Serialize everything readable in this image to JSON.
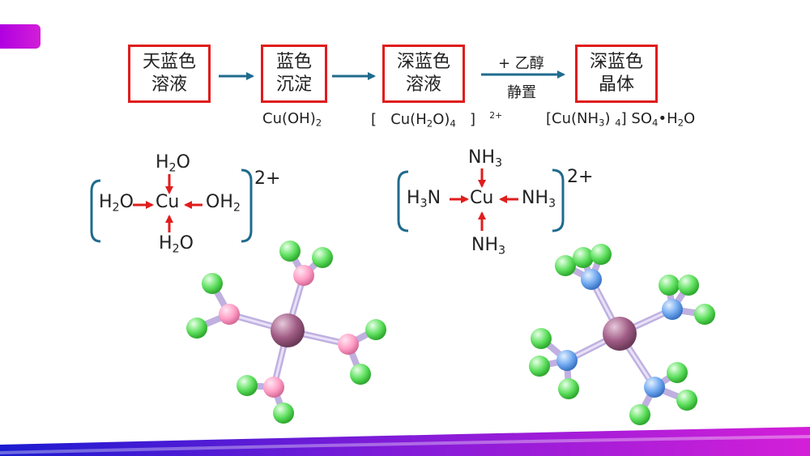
{
  "flow": {
    "boxes": [
      {
        "line1": "天蓝色",
        "line2": "溶液"
      },
      {
        "line1": "蓝色",
        "line2": "沉淀"
      },
      {
        "line1": "深蓝色",
        "line2": "溶液"
      },
      {
        "line1": "深蓝色",
        "line2": "晶体"
      }
    ],
    "arrow_top_label": "+ 乙醇",
    "arrow_bottom_label": "静置",
    "formulas": {
      "precipitate": "Cu(OH)",
      "precipitate_sub": "2",
      "solution_bracket_left": "[",
      "solution_inner": "Cu(H",
      "solution_sub1": "2",
      "solution_inner2": "O)",
      "solution_sub2": "4",
      "solution_bracket_right": "]",
      "solution_charge": "2+",
      "crystal_part1": "[Cu(NH",
      "crystal_sub1": "3",
      "crystal_part2": ")",
      "crystal_sub2": "4",
      "crystal_part3": "] SO",
      "crystal_sub3": "4",
      "crystal_part4": "•H",
      "crystal_sub4": "2",
      "crystal_part5": "O"
    }
  },
  "aqua_complex": {
    "center": "Cu",
    "top": {
      "a": "H",
      "sub": "2",
      "b": "O"
    },
    "left": {
      "a": "H",
      "sub": "2",
      "b": "O"
    },
    "right": {
      "a": "OH",
      "sub": "2",
      "b": ""
    },
    "bottom": {
      "a": "H",
      "sub": "2",
      "b": "O"
    },
    "charge": "2+"
  },
  "ammine_complex": {
    "center": "Cu",
    "top": {
      "a": "NH",
      "sub": "3"
    },
    "left": {
      "a": "H",
      "sub": "3",
      "b": "N"
    },
    "right": {
      "a": "NH",
      "sub": "3"
    },
    "bottom": {
      "a": "NH",
      "sub": "3"
    },
    "charge": "2+"
  },
  "colors": {
    "box_border": "#e01d1d",
    "flow_arrow": "#1f6b8e",
    "coord_arrow": "#e01d1d",
    "bracket": "#1f6b8e",
    "central_atom": "#a05c85",
    "oxygen_atom": "#ff9fc6",
    "nitrogen_atom": "#6fa8f0",
    "hydrogen_atom": "#5fe05f",
    "bond": "#c8b8e8",
    "accent_purple": "#b000e0"
  }
}
